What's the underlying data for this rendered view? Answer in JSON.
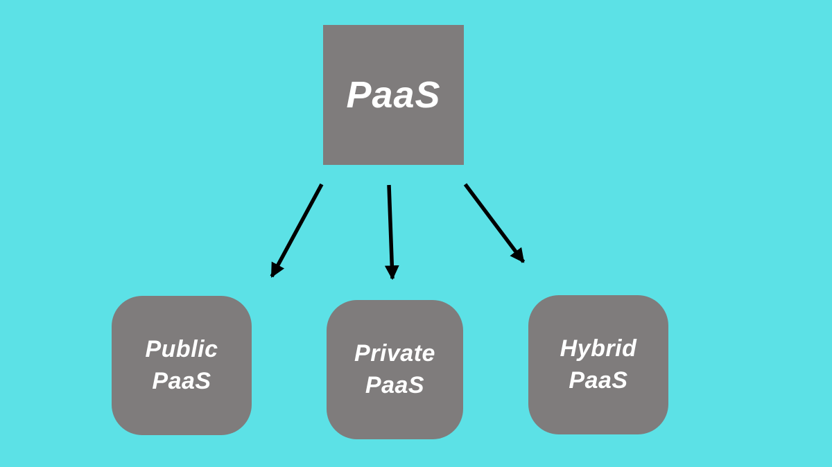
{
  "root_node": {
    "label": "PaaS"
  },
  "child_nodes": [
    {
      "name": "public-paas",
      "line1": "Public",
      "line2": "PaaS"
    },
    {
      "name": "private-paas",
      "line1": "Private",
      "line2": "PaaS"
    },
    {
      "name": "hybrid-paas",
      "line1": "Hybrid",
      "line2": "PaaS"
    }
  ],
  "edges": [
    {
      "from": "PaaS",
      "to": "Public PaaS"
    },
    {
      "from": "PaaS",
      "to": "Private PaaS"
    },
    {
      "from": "PaaS",
      "to": "Hybrid PaaS"
    }
  ],
  "colors": {
    "background": "#5CE1E6",
    "node_fill": "#7F7C7C",
    "text": "#FFFFFF",
    "arrow": "#000000"
  }
}
